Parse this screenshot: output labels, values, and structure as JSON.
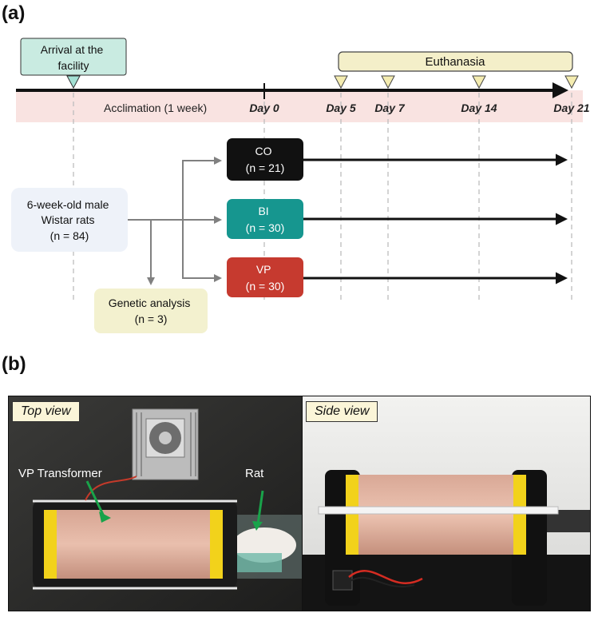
{
  "panel_a": {
    "label": "(a)",
    "arrival_label": "Arrival at the facility",
    "euthanasia_label": "Euthanasia",
    "acclimation_label": "Acclimation (1 week)",
    "days": [
      "Day 0",
      "Day 5",
      "Day 7",
      "Day 14",
      "Day 21"
    ],
    "subjects": {
      "line1": "6-week-old male",
      "line2": "Wistar rats",
      "line3": "(n = 84)"
    },
    "genetic": {
      "line1": "Genetic analysis",
      "line2": "(n = 3)"
    },
    "groups": [
      {
        "name": "CO",
        "n": "(n = 21)",
        "color": "#111111"
      },
      {
        "name": "BI",
        "n": "(n = 30)",
        "color": "#16968f"
      },
      {
        "name": "VP",
        "n": "(n = 30)",
        "color": "#c63a2f"
      }
    ],
    "colors": {
      "timeline_band": "#f9e3e1",
      "arrival_box": "#c9ebe1",
      "euthanasia_box": "#f4efc9",
      "subjects_box": "#eef2f9",
      "genetic_box": "#f3f1cf"
    }
  },
  "panel_b": {
    "label": "(b)",
    "top_view_label": "Top view",
    "side_view_label": "Side view",
    "transformer_label": "VP Transformer",
    "rat_label": "Rat"
  }
}
